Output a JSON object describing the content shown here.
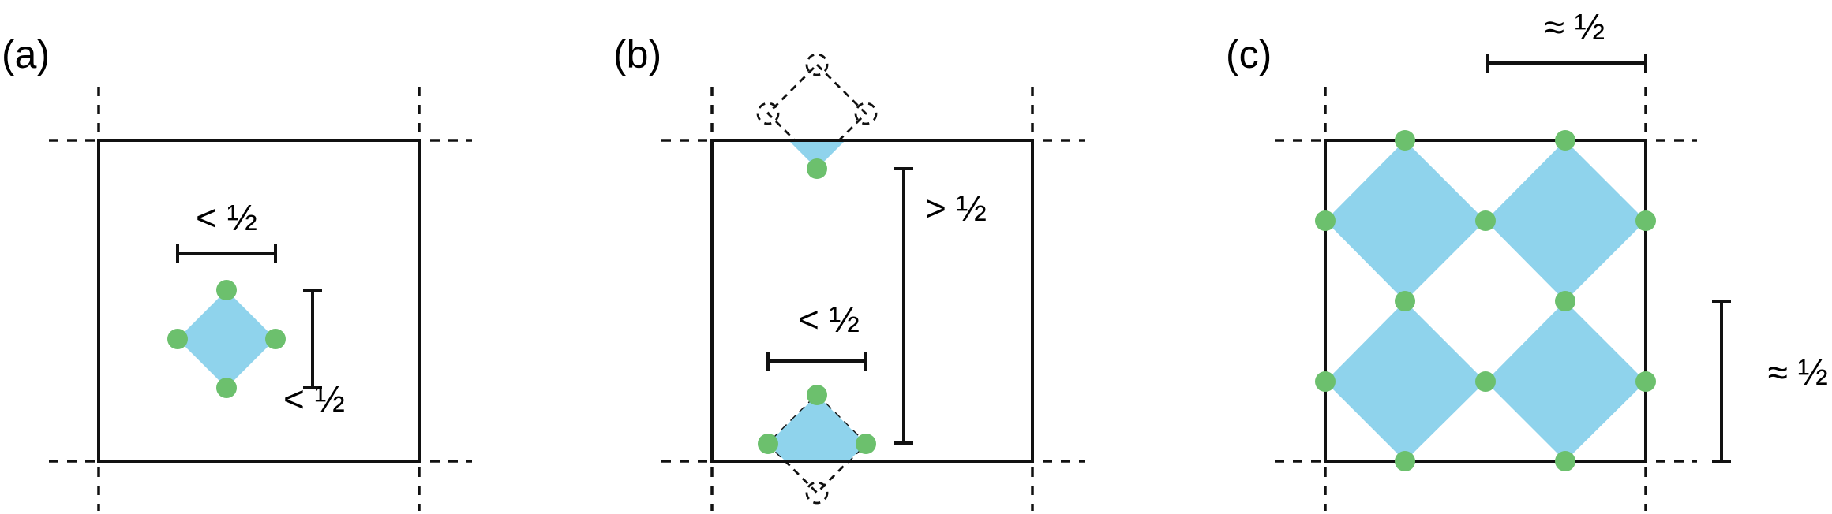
{
  "panels": [
    {
      "id": "a",
      "label": "(a)"
    },
    {
      "id": "b",
      "label": "(b)"
    },
    {
      "id": "c",
      "label": "(c)"
    }
  ],
  "annotations": {
    "a_width": "< ½",
    "a_height": "< ½",
    "b_width": "< ½",
    "b_height": "> ½",
    "c_width": "≈ ½",
    "c_height": "≈ ½"
  },
  "colors": {
    "tile_fill": "#8fd3ec",
    "vertex_dot": "#6cc06d",
    "line": "#111111"
  }
}
